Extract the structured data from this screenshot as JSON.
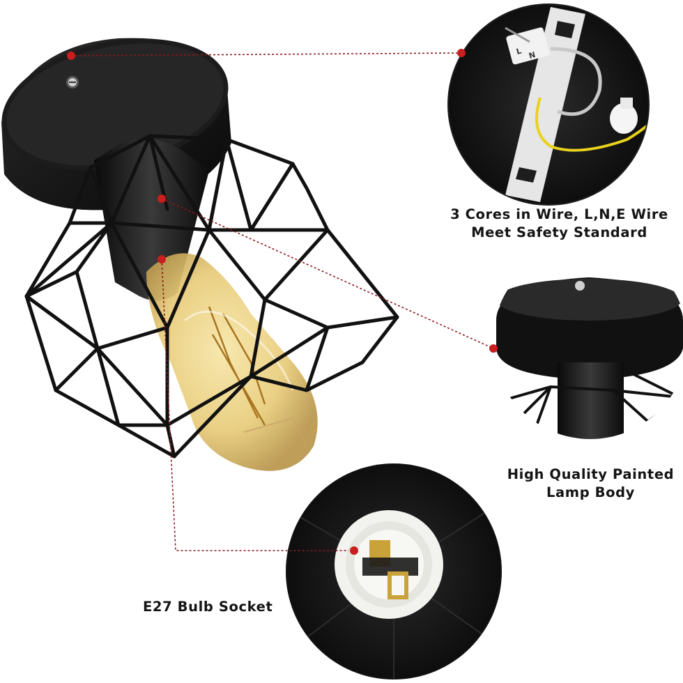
{
  "callouts": {
    "wire": {
      "line1": "3 Cores in Wire, L,N,E Wire",
      "line2": "Meet Safety Standard"
    },
    "body": {
      "line1": "High Quality Painted",
      "line2": "Lamp Body"
    },
    "socket": {
      "label": "E27 Bulb Socket"
    }
  },
  "wire_plate_marks": {
    "live": "L",
    "neutral": "N"
  },
  "colors": {
    "lamp_black": "#141414",
    "callout_dot": "#c81e1e",
    "leader_line": "#8a1a1a",
    "bulb_amber": "#e8cc7a",
    "wire_yellow": "#e8d21c",
    "bracket_metal": "#e6e6e6",
    "socket_ceramic": "#f2f2ee",
    "contact_brass": "#c9a23a"
  }
}
